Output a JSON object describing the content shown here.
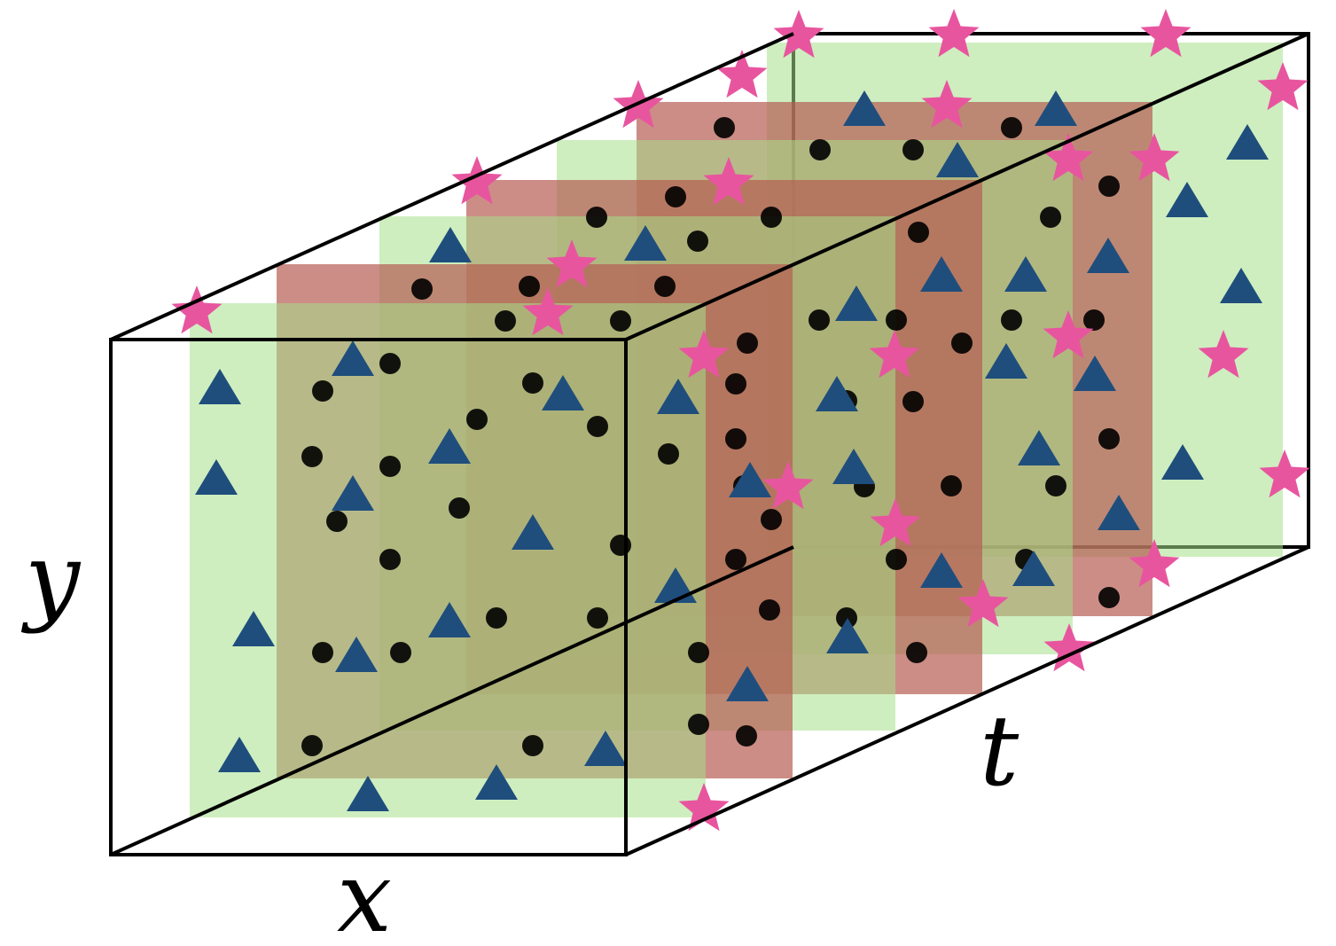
{
  "diagram": {
    "axes": {
      "x": "x",
      "y": "y",
      "t": "t"
    },
    "colors": {
      "frame": "#000000",
      "light_slab": "#a6e08a",
      "dark_slab": "#b75d52",
      "triangle": "#1f4e7d",
      "dot": "#000000",
      "star": "#e8559f"
    },
    "slab_sequence": [
      "light",
      "dark",
      "light",
      "dark",
      "light",
      "dark",
      "light"
    ],
    "icons": {
      "triangle": "triangle-marker",
      "dot": "dot-marker",
      "star": "star-marker"
    }
  }
}
